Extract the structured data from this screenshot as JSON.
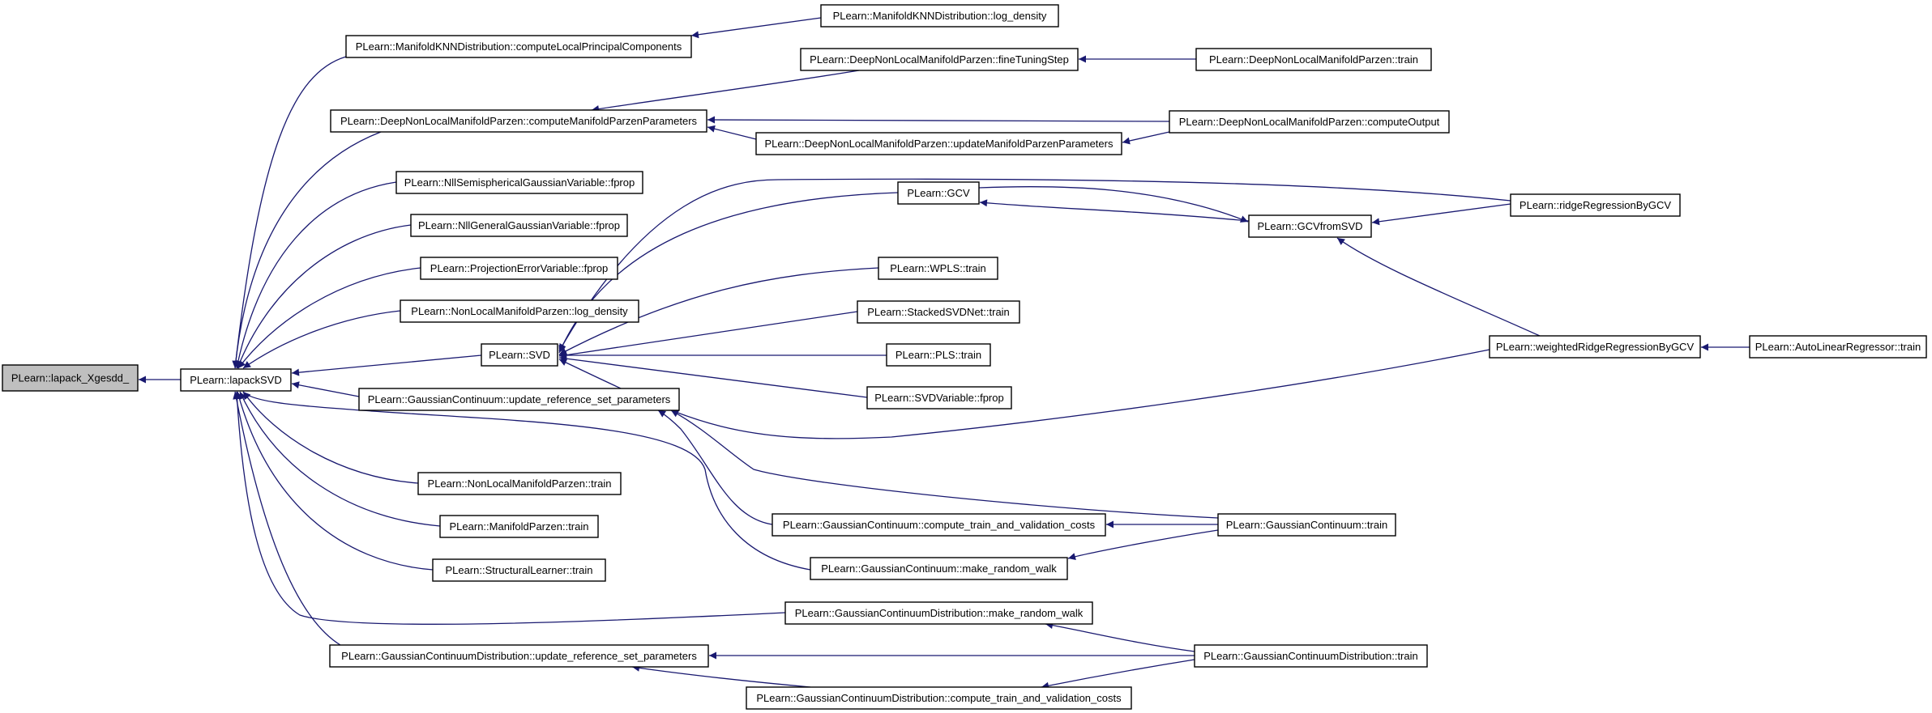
{
  "colors": {
    "edge": "#191970",
    "root_fill": "#bfbfbf",
    "node_fill": "#ffffff",
    "border": "#000000"
  },
  "nodes": [
    {
      "id": "n0",
      "label": "PLearn::lapack_Xgesdd_"
    },
    {
      "id": "n1",
      "label": "PLearn::lapackSVD"
    },
    {
      "id": "n2",
      "label": "PLearn::ManifoldKNNDistribution::computeLocalPrincipalComponents"
    },
    {
      "id": "n3",
      "label": "PLearn::ManifoldKNNDistribution::log_density"
    },
    {
      "id": "n4",
      "label": "PLearn::DeepNonLocalManifoldParzen::fineTuningStep"
    },
    {
      "id": "n5",
      "label": "PLearn::DeepNonLocalManifoldParzen::train"
    },
    {
      "id": "n6",
      "label": "PLearn::DeepNonLocalManifoldParzen::computeManifoldParzenParameters"
    },
    {
      "id": "n7",
      "label": "PLearn::DeepNonLocalManifoldParzen::computeOutput"
    },
    {
      "id": "n8",
      "label": "PLearn::DeepNonLocalManifoldParzen::updateManifoldParzenParameters"
    },
    {
      "id": "n9",
      "label": "PLearn::NllSemisphericalGaussianVariable::fprop"
    },
    {
      "id": "n10",
      "label": "PLearn::NllGeneralGaussianVariable::fprop"
    },
    {
      "id": "n11",
      "label": "PLearn::ProjectionErrorVariable::fprop"
    },
    {
      "id": "n12",
      "label": "PLearn::NonLocalManifoldParzen::log_density"
    },
    {
      "id": "n13",
      "label": "PLearn::SVD"
    },
    {
      "id": "n14",
      "label": "PLearn::GCV"
    },
    {
      "id": "n15",
      "label": "PLearn::GCVfromSVD"
    },
    {
      "id": "n16",
      "label": "PLearn::ridgeRegressionByGCV"
    },
    {
      "id": "n17",
      "label": "PLearn::WPLS::train"
    },
    {
      "id": "n18",
      "label": "PLearn::StackedSVDNet::train"
    },
    {
      "id": "n19",
      "label": "PLearn::PLS::train"
    },
    {
      "id": "n20",
      "label": "PLearn::SVDVariable::fprop"
    },
    {
      "id": "n21",
      "label": "PLearn::weightedRidgeRegressionByGCV"
    },
    {
      "id": "n22",
      "label": "PLearn::AutoLinearRegressor::train"
    },
    {
      "id": "n23",
      "label": "PLearn::GaussianContinuum::update_reference_set_parameters"
    },
    {
      "id": "n24",
      "label": "PLearn::GaussianContinuum::compute_train_and_validation_costs"
    },
    {
      "id": "n25",
      "label": "PLearn::GaussianContinuum::train"
    },
    {
      "id": "n26",
      "label": "PLearn::GaussianContinuum::make_random_walk"
    },
    {
      "id": "n27",
      "label": "PLearn::NonLocalManifoldParzen::train"
    },
    {
      "id": "n28",
      "label": "PLearn::ManifoldParzen::train"
    },
    {
      "id": "n29",
      "label": "PLearn::StructuralLearner::train"
    },
    {
      "id": "n30",
      "label": "PLearn::GaussianContinuumDistribution::make_random_walk"
    },
    {
      "id": "n31",
      "label": "PLearn::GaussianContinuumDistribution::update_reference_set_parameters"
    },
    {
      "id": "n32",
      "label": "PLearn::GaussianContinuumDistribution::train"
    },
    {
      "id": "n33",
      "label": "PLearn::GaussianContinuumDistribution::compute_train_and_validation_costs"
    }
  ],
  "edges": [
    {
      "from": "n1",
      "to": "n0"
    },
    {
      "from": "n2",
      "to": "n1"
    },
    {
      "from": "n6",
      "to": "n1"
    },
    {
      "from": "n9",
      "to": "n1"
    },
    {
      "from": "n10",
      "to": "n1"
    },
    {
      "from": "n11",
      "to": "n1"
    },
    {
      "from": "n12",
      "to": "n1"
    },
    {
      "from": "n13",
      "to": "n1"
    },
    {
      "from": "n23",
      "to": "n1"
    },
    {
      "from": "n26",
      "to": "n1"
    },
    {
      "from": "n27",
      "to": "n1"
    },
    {
      "from": "n28",
      "to": "n1"
    },
    {
      "from": "n29",
      "to": "n1"
    },
    {
      "from": "n30",
      "to": "n1"
    },
    {
      "from": "n31",
      "to": "n1"
    },
    {
      "from": "n3",
      "to": "n2"
    },
    {
      "from": "n4",
      "to": "n6"
    },
    {
      "from": "n7",
      "to": "n6"
    },
    {
      "from": "n8",
      "to": "n6"
    },
    {
      "from": "n5",
      "to": "n4"
    },
    {
      "from": "n7",
      "to": "n8"
    },
    {
      "from": "n14",
      "to": "n13"
    },
    {
      "from": "n15",
      "to": "n14"
    },
    {
      "from": "n14",
      "to": "n15"
    },
    {
      "from": "n16",
      "to": "n15"
    },
    {
      "from": "n21",
      "to": "n15"
    },
    {
      "from": "n22",
      "to": "n21"
    },
    {
      "from": "n16",
      "to": "n13"
    },
    {
      "from": "n17",
      "to": "n13"
    },
    {
      "from": "n18",
      "to": "n13"
    },
    {
      "from": "n19",
      "to": "n13"
    },
    {
      "from": "n20",
      "to": "n13"
    },
    {
      "from": "n21",
      "to": "n13"
    },
    {
      "from": "n24",
      "to": "n23"
    },
    {
      "from": "n25",
      "to": "n23"
    },
    {
      "from": "n25",
      "to": "n24"
    },
    {
      "from": "n25",
      "to": "n26"
    },
    {
      "from": "n32",
      "to": "n30"
    },
    {
      "from": "n32",
      "to": "n31"
    },
    {
      "from": "n33",
      "to": "n31"
    },
    {
      "from": "n32",
      "to": "n33"
    }
  ]
}
